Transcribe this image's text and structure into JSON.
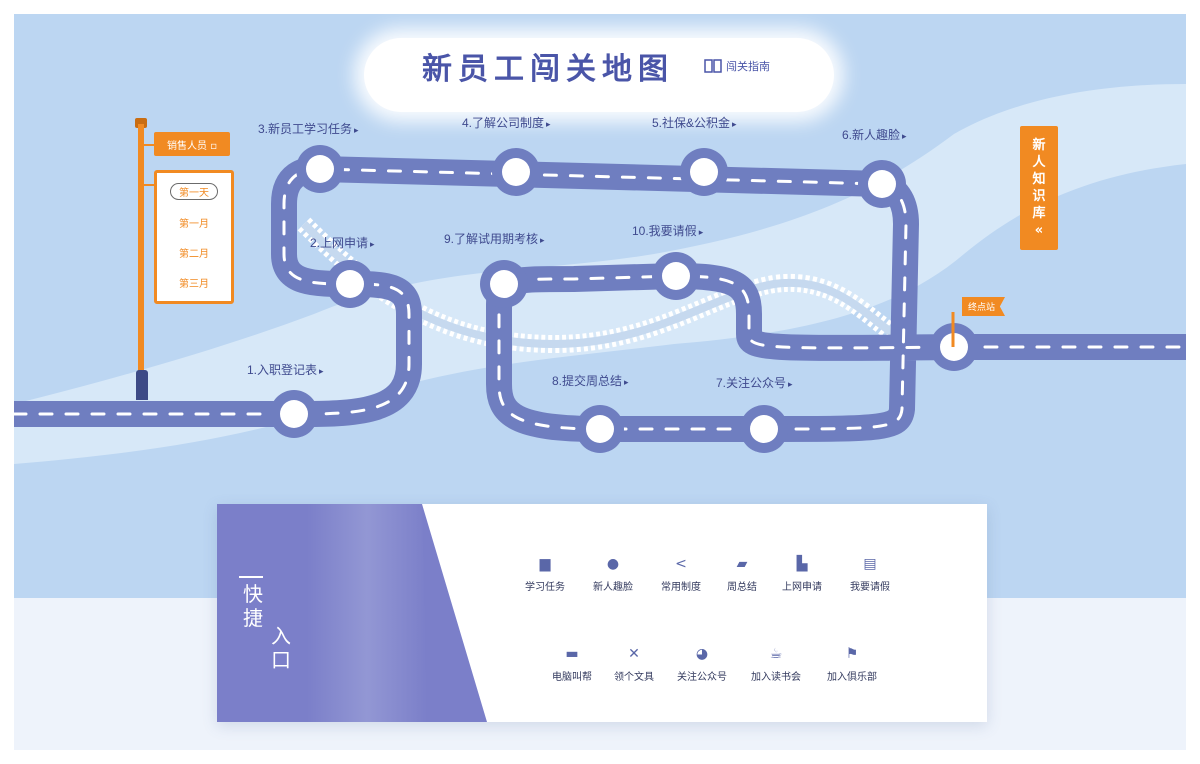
{
  "title": "新员工闯关地图",
  "guide_label": "闯关指南",
  "role_select": "销售人员 ▫",
  "periods": [
    "第一天",
    "第一月",
    "第二月",
    "第三月"
  ],
  "active_period": 0,
  "knowledge_chars": [
    "新",
    "人",
    "知",
    "识",
    "库",
    "«"
  ],
  "end_flag": "终点站",
  "nodes": [
    {
      "label": "1.入职登记表"
    },
    {
      "label": "2.上网申请"
    },
    {
      "label": "3.新员工学习任务"
    },
    {
      "label": "4.了解公司制度"
    },
    {
      "label": "5.社保&公积金"
    },
    {
      "label": "6.新人趣脸"
    },
    {
      "label": "7.关注公众号"
    },
    {
      "label": "8.提交周总结"
    },
    {
      "label": "9.了解试用期考核"
    },
    {
      "label": "10.我要请假"
    }
  ],
  "arrow_glyph": "▸",
  "quick": {
    "title_1": "快",
    "title_2": "捷",
    "title_3": "入",
    "title_4": "口",
    "row1": [
      {
        "label": "学习任务",
        "icon": "book-icon",
        "glyph": "▆"
      },
      {
        "label": "新人趣脸",
        "icon": "face-icon",
        "glyph": "●"
      },
      {
        "label": "常用制度",
        "icon": "share-icon",
        "glyph": "<"
      },
      {
        "label": "周总结",
        "icon": "document-icon",
        "glyph": "▰"
      },
      {
        "label": "上网申请",
        "icon": "user-desk-icon",
        "glyph": "▙"
      },
      {
        "label": "我要请假",
        "icon": "form-icon",
        "glyph": "▤"
      }
    ],
    "row2": [
      {
        "label": "电脑叫帮",
        "icon": "monitor-icon",
        "glyph": "▬"
      },
      {
        "label": "领个文具",
        "icon": "tools-icon",
        "glyph": "✕"
      },
      {
        "label": "关注公众号",
        "icon": "wechat-icon",
        "glyph": "◕"
      },
      {
        "label": "加入读书会",
        "icon": "reading-icon",
        "glyph": "☕"
      },
      {
        "label": "加入俱乐部",
        "icon": "flag-icon",
        "glyph": "⚑"
      }
    ]
  },
  "colors": {
    "sky": "#bcd6f2",
    "road": "#6f7ec0",
    "accent": "#f18a22",
    "quick_panel": "#7b7fc9"
  }
}
